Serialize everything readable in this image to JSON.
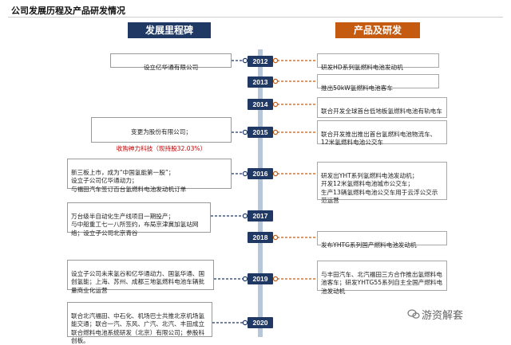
{
  "page": {
    "title": "公司发展历程及产品研发情况"
  },
  "headers": {
    "milestones": "发展里程碑",
    "products": "产品及研发"
  },
  "colors": {
    "navy": "#1f3864",
    "orange": "#c55a11",
    "highlight": "#c00000",
    "spine": "#b8c6da"
  },
  "timeline": [
    {
      "year": "2012",
      "left": "设立亿华通有限公司",
      "right": "研发HD系列氢燃料电池发动机"
    },
    {
      "year": "2013",
      "left": "",
      "right": "推出50kW氢燃料电池客车"
    },
    {
      "year": "2014",
      "left": "",
      "right": "联合开发全球首台低地板氢燃料电池有轨电车"
    },
    {
      "year": "2015",
      "left": "变更为股份有限公司；",
      "left_highlight": "收购神力科技（现持股32.03%）",
      "right": "联合开发推出推出首台氢燃料电池物流车、12米氢燃料电池公交车"
    },
    {
      "year": "2016",
      "left": "新三板上市，成为“中国氢能第一股”；\n设立子公司亿华通动力；\n与福田汽车签订百台氢燃料电池发动机订单",
      "right": "研发出YHT系列氢燃料电池发动机；\n开发12米氢燃料电池城市公交车；\n生产13辆氢燃料电池公交车用于云浮公交示范运营"
    },
    {
      "year": "2017",
      "left": "万台级半自动化生产线项目一期投产；\n与中船重工七一八所签约，布局京津冀加氢站网络；设立子公司北京青谷",
      "right": ""
    },
    {
      "year": "2018",
      "left": "",
      "right": "发布YHTG系列国产燃料电池发动机"
    },
    {
      "year": "2019",
      "left": "设立子公司未来氢谷和亿华通动力、国氢华通、国创氢能；上海、苏州、成都三地氢燃料电池车辆批量商业化运营",
      "right": "与丰田汽车、北汽福田三方合作推出氢燃料电池客车；研发YHTG55系列自主全国产燃料电池发动机"
    },
    {
      "year": "2020",
      "left": "联合北汽福田、中石化、机场巴士共推北京机场氢能交通；联合一汽、东风、广汽、北汽、丰田成立联合燃料电池系统研发（北京）有限公司；参股科创板。",
      "right": ""
    }
  ],
  "watermark": {
    "text": "游资解套"
  }
}
